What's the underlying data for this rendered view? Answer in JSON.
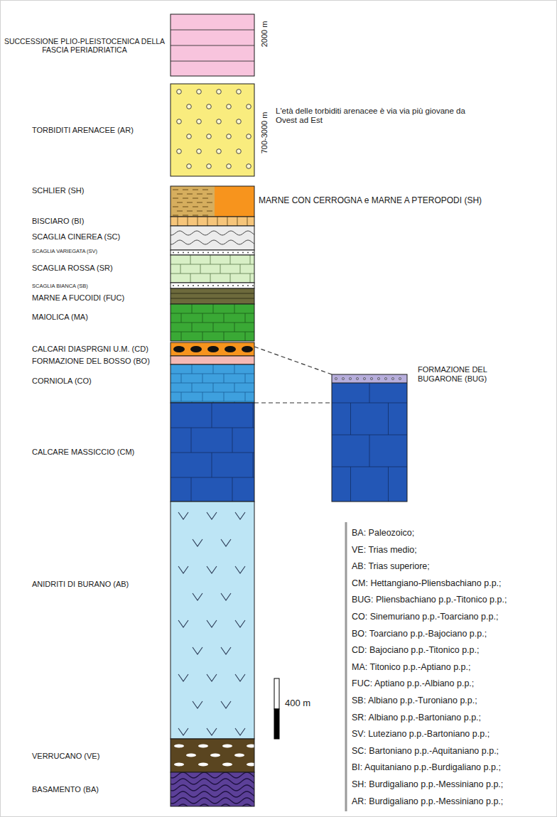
{
  "diagram": {
    "nodes": [
      {
        "text": [
          "SUCCESSIONE PLIO-PLEISTOCENICA DELLA FASCIA PERIADRIATICA"
        ]
      },
      {
        "text": [
          "TORBIDITI ARENACEE (AR)"
        ]
      },
      {
        "text": [
          "SCHLIER (SH)",
          "MARNE CON CERROGNA e MARNE A PTEROPODI (SH)"
        ]
      },
      {
        "text": [
          "BISCIARO (BI)"
        ]
      },
      {
        "text": [
          "SCAGLIA CINEREA (SC)"
        ]
      },
      {
        "text": [
          "SCAGLIA VARIEGATA (SV)"
        ]
      },
      {
        "text": [
          "SCAGLIA ROSSA (SR)"
        ]
      },
      {
        "text": [
          "SCAGLIA BIANCA (SB)"
        ]
      },
      {
        "text": [
          "MARNE A FUCOIDI (FUC)"
        ]
      },
      {
        "text": [
          "MAIOLICA (MA)"
        ]
      },
      {
        "text": [
          "CALCARI DIASPRGNI U.M. (CD)"
        ]
      },
      {
        "text": [
          "FORMAZIONE DEL BOSSO (BO)"
        ]
      },
      {
        "text": [
          "CORNIOLA (CO)"
        ]
      },
      {
        "text": [
          "FORMAZIONE DEL BUGARONE (BUG)"
        ]
      },
      {
        "text": [
          "CALCARE MASSICCIO (CM)"
        ]
      },
      {
        "text": [
          "ANIDRITI DI BURANO (AB)"
        ]
      },
      {
        "text": [
          "VERRUCANO (VE)"
        ]
      },
      {
        "text": [
          "BASAMENTO (BA)"
        ]
      }
    ],
    "edges": [
      {
        "from": 10,
        "to": 13,
        "arrow": "none"
      },
      {
        "from": 12,
        "to": 13,
        "arrow": "none"
      }
    ],
    "labels": [
      "2000 m",
      "700-3000 m",
      "L'età delle torbiditi arenacee è via via più giovane da Ovest ad Est",
      "400 m",
      "BA: Paleozoico;",
      "VE: Trias medio;",
      "AB: Trias superiore;",
      "CM: Hettangiano-Pliensbachiano p.p.;",
      "BUG: Pliensbachiano p.p.-Titonico p.p.;",
      "CO: Sinemuriano p.p.-Toarciano p.p.;",
      "BO: Toarciano p.p.-Bajociano p.p.;",
      "CD: Bajociano p.p.-Titonico p.p.;",
      "MA: Titonico p.p.-Aptiano p.p.;",
      "FUC: Aptiano p.p.-Albiano p.p.;",
      "SB: Albiano p.p.-Turoniano p.p.;",
      "SR: Albiano p.p.-Bartoniano p.p.;",
      "SV: Luteziano p.p.-Bartoniano p.p.;",
      "SC: Bartoniano p.p.-Aquitaniano p.p.;",
      "BI: Aquitaniano p.p.-Burdigaliano p.p.;",
      "SH: Burdigaliano p.p.-Messiniano p.p.;",
      "AR: Burdigaliano p.p.-Messiniano p.p.;"
    ]
  }
}
